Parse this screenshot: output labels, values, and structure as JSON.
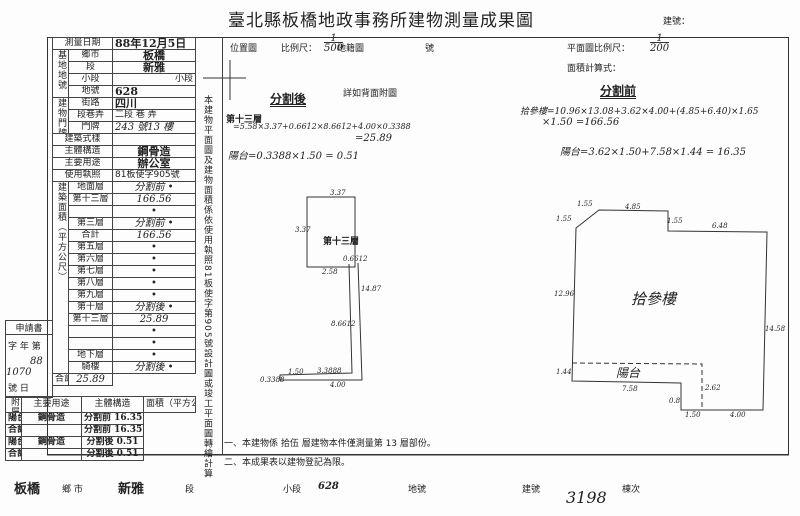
{
  "header": {
    "title": "臺北縣板橋地政事務所建物測量成果圖",
    "build_no_label": "建號："
  },
  "left_table": {
    "survey_date_label": "測量日期",
    "survey_date": "88年12月5日",
    "land_group": "基地地號",
    "township_label": "鄉市",
    "township": "板橋",
    "section_label": "段",
    "section": "新雅",
    "section_suffix": "段",
    "subsection_label": "小段",
    "subsection_suffix": "小段",
    "lot_label": "地號",
    "lot": "628",
    "lot_suffix": "地號",
    "door_group": "建物門牌",
    "street_label": "街路",
    "street": "四川",
    "street_suffix": "街路",
    "lane_label": "段巷弄",
    "lane": "二段 巷 弄",
    "door_label": "門牌",
    "door": "243 號13 樓",
    "style_label": "建築式樣",
    "structure_label": "主體構造",
    "structure": "鋼骨造",
    "use_label": "主要用途",
    "use": "辦公室",
    "license_label": "使用執照",
    "license": "81板使字905號",
    "area_group": "建築面積（平方公尺）",
    "floors": [
      {
        "label": "地面層",
        "value": "分割前 •"
      },
      {
        "label": "第十三層",
        "value": "166.56"
      },
      {
        "label": "",
        "value": "•"
      },
      {
        "label": "第三層",
        "value": "分割前 •"
      },
      {
        "label": "合計",
        "value": "166.56"
      },
      {
        "label": "第五層",
        "value": "•"
      },
      {
        "label": "第六層",
        "value": "•"
      },
      {
        "label": "第七層",
        "value": "•"
      },
      {
        "label": "第八層",
        "value": "•"
      },
      {
        "label": "第九層",
        "value": "•"
      },
      {
        "label": "第十層",
        "value": "分割後 •"
      },
      {
        "label": "第十三層",
        "value": "25.89"
      },
      {
        "label": "",
        "value": "•"
      },
      {
        "label": "",
        "value": "•"
      },
      {
        "label": "地下層",
        "value": "•"
      },
      {
        "label": "騎樓",
        "value": "分割後 •"
      }
    ],
    "total_label": "合計",
    "total_value": "25.89",
    "annex_group": "附屬建物",
    "annex_headers": [
      "主要用途",
      "主體構造",
      "面積（平方公尺）"
    ],
    "annex_rows": [
      {
        "use": "陽台",
        "structure": "鋼骨造",
        "area": "分割前 16.35"
      },
      {
        "use": "合計",
        "structure": "",
        "area": "分割前 16.35"
      },
      {
        "use": "陽台",
        "structure": "鋼骨造",
        "area": "分割後 0.51"
      },
      {
        "use": "合計",
        "structure": "",
        "area": "分割後 0.51"
      }
    ]
  },
  "application": {
    "label": "申請書",
    "field_label": "字 年 第",
    "year": "88",
    "number": "1070",
    "no_label": "號 日"
  },
  "vertical_note": "本建物平面圖及建物面積係依使用執照81板使字第905號設計圖或竣工平面圖轉繪計算",
  "location": {
    "label": "位置圖",
    "scale_label": "比例尺：",
    "scale_num": "1",
    "scale_den": "500",
    "cadastral_label": "地籍圖",
    "no_label": "號"
  },
  "plan": {
    "scale_label": "平面圖比例尺：",
    "scale_num": "1",
    "scale_den": "200",
    "calc_label": "面積計算式："
  },
  "after": {
    "heading": "分割後",
    "note": "詳如背面附圖",
    "floor": "第十三層",
    "formula1": "=5.58×3.37+0.6612×8.6612+4.00×0.3388",
    "result1": "=25.89",
    "formula2": "陽台=0.3388×1.50 = 0.51",
    "dims": [
      "3.37",
      "3.37",
      "2.58",
      "0.6612",
      "14.87",
      "8.6612",
      "3.3888",
      "1.50",
      "0.3388",
      "4.00"
    ]
  },
  "before": {
    "heading": "分割前",
    "formula1": "拾參樓=10.96×13.08+3.62×4.00+(4.85+6.40)×1.65",
    "formula1b": "×1.50 =166.56",
    "formula2": "陽台=3.62×1.50+7.58×1.44 = 16.35",
    "room": "拾參樓",
    "balcony": "陽台",
    "dims": [
      "1.55",
      "4.85",
      "1.55",
      "1.55",
      "6.48",
      "12.96",
      "14.58",
      "1.44",
      "7.58",
      "2.62",
      "0.8",
      "1.50",
      "4.00"
    ]
  },
  "notes": [
    "一、本建物係 拾伍 層建物本件僅測量第 13 層部份。",
    "二、本成果表以建物登記為限。"
  ],
  "footer": {
    "township": "板橋",
    "township_label": "鄉 市",
    "section": "新雅",
    "section_label": "段",
    "subsection_label": "小段",
    "lot": "628",
    "lot_label": "地號",
    "build_label": "建號",
    "build_no": "3198",
    "bldg_label": "棟次"
  }
}
